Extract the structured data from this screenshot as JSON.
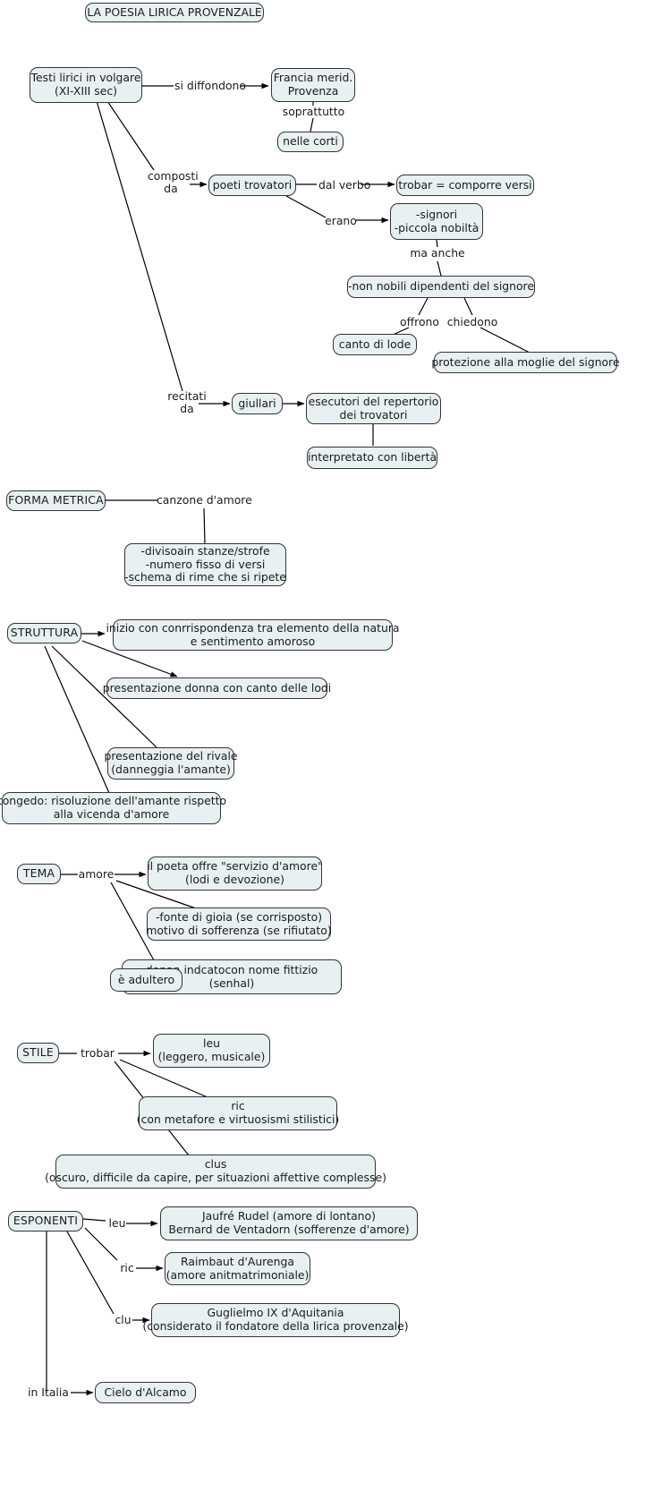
{
  "diagram": {
    "title": "LA POESIA LIRICA PROVENZALE",
    "type": "concept-map",
    "language": "it",
    "colors": {
      "node_fill": "#e8f0f2",
      "node_border": "#31343b",
      "text": "#1b1b1b",
      "background": "#ffffff",
      "edge": "#000000"
    }
  },
  "nodes": {
    "title": "LA POESIA LIRICA PROVENZALE",
    "testi_lirici": "Testi lirici in volgare\n(XI-XIII sec)",
    "francia": "Francia merid.\nProvenza",
    "corti": "nelle corti",
    "poeti_trovatori": "poeti trovatori",
    "trobar_def": "trobar = comporre versi",
    "signori": "-signori\n-piccola nobiltà",
    "non_nobili": "-non nobili dipendenti del signore",
    "canto_lode": "canto di lode",
    "protezione": "protezione alla moglie del signore",
    "giullari": "giullari",
    "esecutori": "esecutori del repertorio\ndei trovatori",
    "interpretato": "interpretato con libertà",
    "forma_metrica": "FORMA METRICA",
    "divisione": "-divisoain stanze/strofe\n-numero fisso di versi\n-schema di rime che si ripete",
    "struttura": "STRUTTURA",
    "inizio": "inizio con conrrispondenza tra elemento della natura\ne sentimento amoroso",
    "presentazione_donna": "presentazione donna con canto delle lodi",
    "presentazione_rivale": "presentazione del rivale\n(danneggia l'amante)",
    "congedo": "congedo: risoluzione dell'amante rispetto\nalla vicenda d'amore",
    "tema": "TEMA",
    "servizio_amore": "il poeta offre \"servizio d'amore\"\n(lodi e devozione)",
    "fonte_gioia": "-fonte di gioia (se corrisposto)\nmotivo di sofferenza (se rifiutato)",
    "senhal": "donan indcatocon nome fittizio\n(senhal)",
    "adultero": "è adultero",
    "stile": "STILE",
    "leu": "leu\n(leggero, musicale)",
    "ric": "ric\n(con metafore e virtuosismi stilistici)",
    "clus": "clus\n(oscuro, difficile da capire, per situazioni affettive complesse)",
    "esponenti": "ESPONENTI",
    "jaufre": "Jaufré Rudel (amore di lontano)\nBernard de Ventadorn (sofferenze d'amore)",
    "raimbaut": "Raimbaut d'Aurenga\n(amore anitmatrimoniale)",
    "guglielmo": "Guglielmo IX d'Aquitania\n(considerato il fondatore della lirica provenzale)",
    "cielo": "Cielo d'Alcamo"
  },
  "edge_labels": {
    "si_diffondono": "si diffondono",
    "soprattutto": "soprattutto",
    "composti_da": "composti\nda",
    "dal_verbo": "dal verbo",
    "erano": "erano",
    "ma_anche": "ma anche",
    "offrono": "offrono",
    "chiedono": "chiedono",
    "recitati_da": "recitati\nda",
    "canzone_damore": "canzone d'amore",
    "amore": "amore",
    "trobar": "trobar",
    "leu": "leu",
    "ric": "ric",
    "clu": "clu",
    "in_italia": "in Italia"
  }
}
